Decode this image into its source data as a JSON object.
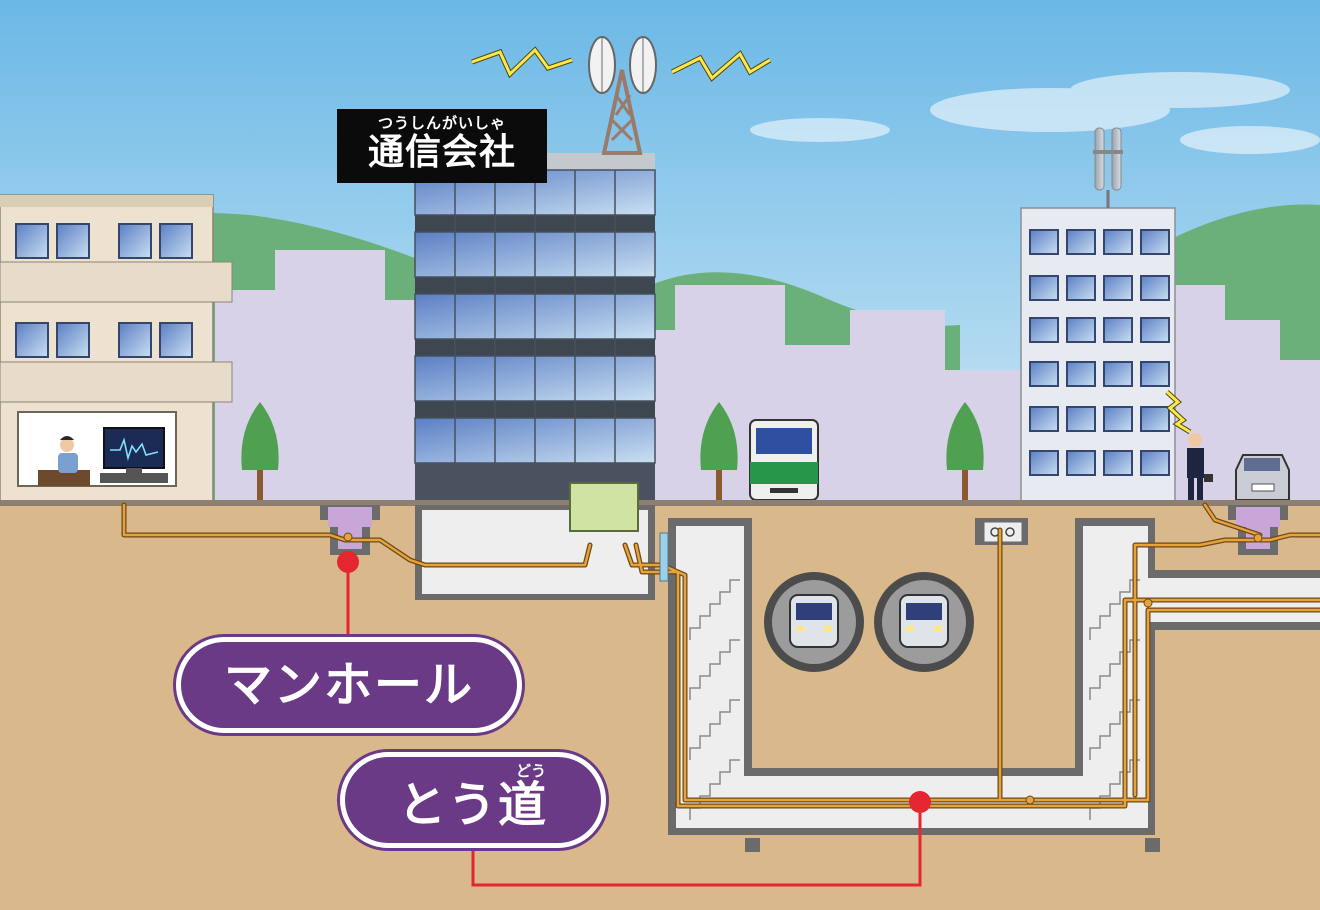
{
  "company_sign": {
    "ruby": "つうしんがいしゃ",
    "label": "通信会社"
  },
  "labels": {
    "manhole": "マンホール",
    "tunnel": {
      "text": "とう道",
      "ruby": "どう"
    }
  },
  "icons": [
    "radio-tower-icon",
    "radio-wave-icon",
    "antenna-icon",
    "office-building-icon",
    "apartment-building-icon",
    "person-at-computer-icon",
    "tree-icon",
    "bus-icon",
    "car-icon",
    "person-on-phone-icon",
    "subway-train-icon",
    "manhole-icon",
    "cable-icon",
    "staircase-icon"
  ],
  "colors": {
    "sky": "#7fc3e8",
    "ground": "#d9b98c",
    "cable": "#e8a23c",
    "callout_line": "#e3262f",
    "label_fill": "#6a3a86",
    "tunnel_fill": "#eeeeee",
    "manhole_fill": "#c9a6d8"
  }
}
